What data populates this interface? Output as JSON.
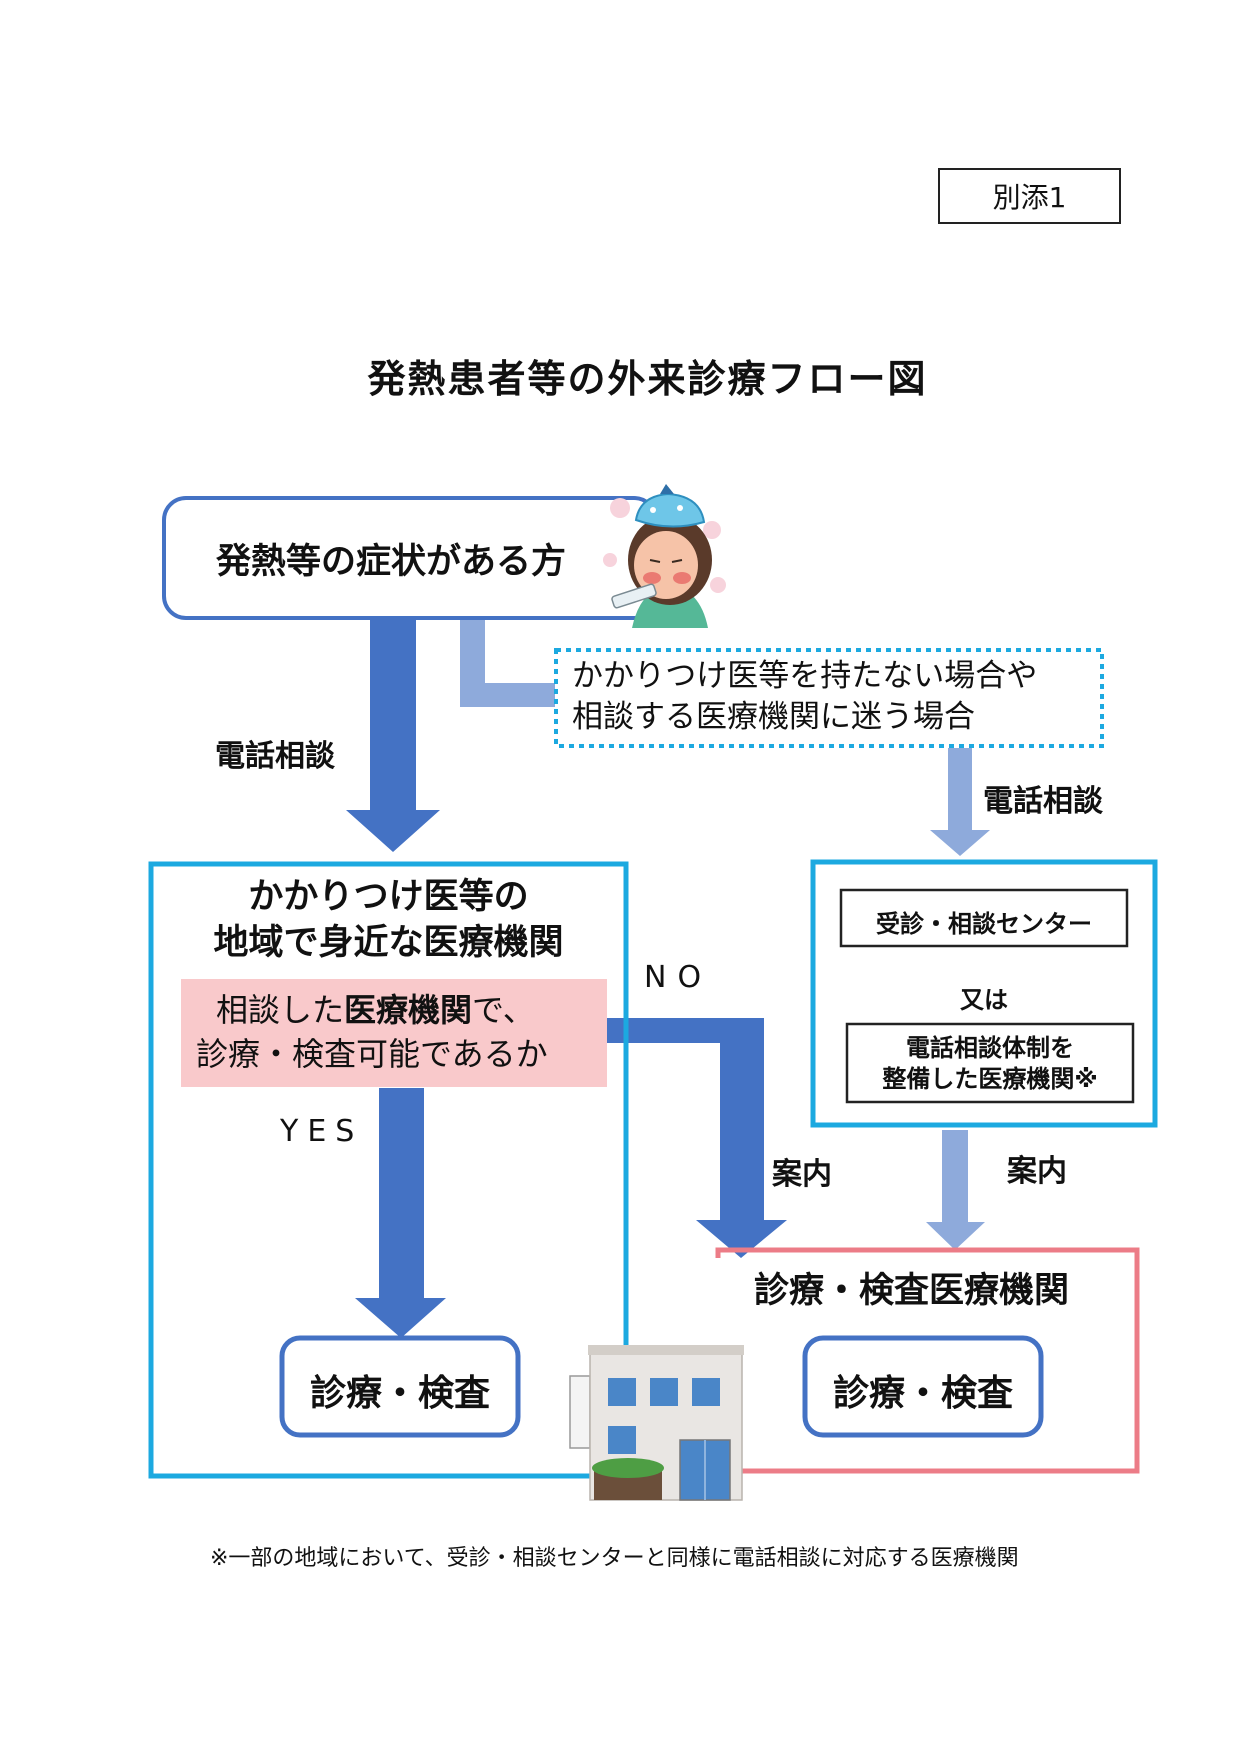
{
  "attachment_label": "別添1",
  "title": "発熱患者等の外来診療フロー図",
  "patient_box": "発熱等の症状がある方",
  "no_doctor_box": {
    "line1": "かかりつけ医等を持たない場合や",
    "line2": "相談する医療機関に迷う場合"
  },
  "phone_consult_left": "電話相談",
  "phone_consult_right": "電話相談",
  "family_doctor_box": {
    "line1": "かかりつけ医等の",
    "line2": "地域で身近な医療機関"
  },
  "question": {
    "line1_pre": "相談した",
    "line1_bold": "医療機関",
    "line1_post": "で、",
    "line2": "診療・検査可能であるか"
  },
  "yes_label": "YES",
  "no_label": "NO",
  "center_box": {
    "item1": "受診・相談センター",
    "or": "又は",
    "item2_line1": "電話相談体制を",
    "item2_line2": "整備した医療機関※"
  },
  "guide_left": "案内",
  "guide_right": "案内",
  "exam_facility_title": "診療・検査医療機関",
  "exam_left": "診療・検査",
  "exam_right": "診療・検査",
  "footnote": "※一部の地域において、受診・相談センターと同様に電話相談に対応する医療機関",
  "colors": {
    "dark_blue": "#4472c4",
    "light_blue": "#8eaadb",
    "cyan": "#1ca9e0",
    "pink_border": "#ec7c87",
    "pink_fill": "#f9c9cb"
  },
  "icons": [
    "sick-patient-icon",
    "hospital-building-icon"
  ]
}
